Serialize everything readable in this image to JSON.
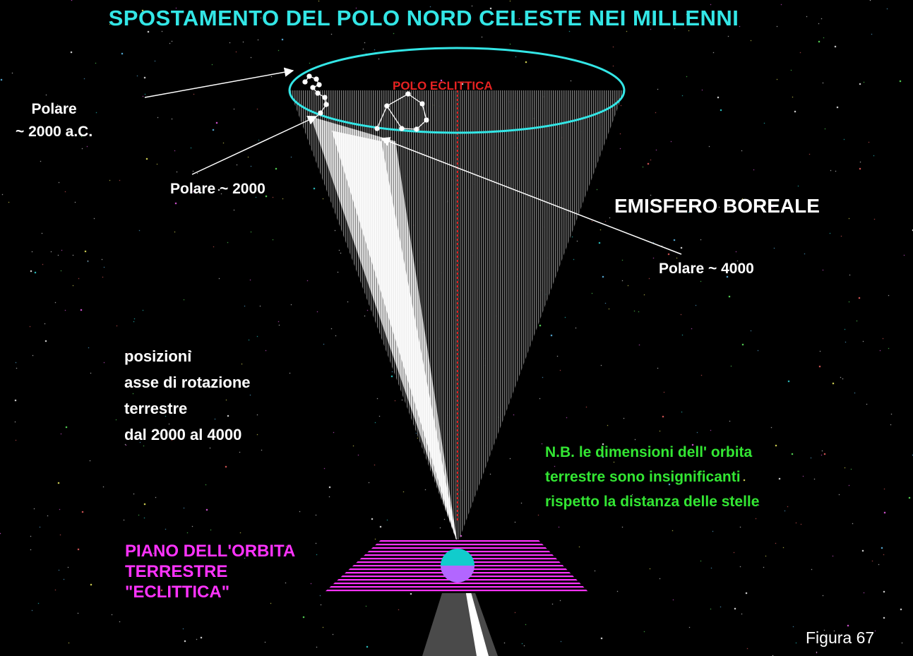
{
  "title": "SPOSTAMENTO DEL POLO NORD CELESTE NEI MILLENNI",
  "labels": {
    "polo_eclittica": "POLO ECLITTICA",
    "polare_bc_line1": "Polare",
    "polare_bc_line2": "~ 2000 a.C.",
    "polare_2000": "Polare ~ 2000",
    "emisfero_boreale": "EMISFERO BOREALE",
    "polare_4000": "Polare ~ 4000",
    "posizioni": [
      "posizioni",
      "asse di rotazione",
      "terrestre",
      "dal 2000 al 4000"
    ],
    "nota": [
      "N.B. le dimensioni dell' orbita",
      "terrestre sono insignificanti",
      "rispetto la distanza delle stelle"
    ],
    "piano": [
      "PIANO DELL'ORBITA",
      "TERRESTRE",
      "\"ECLITTICA\""
    ],
    "figura": "Figura 67"
  },
  "colors": {
    "background": "#000000",
    "title": "#33e6e6",
    "ellipse": "#33e6e6",
    "polo_eclittica": "#e62222",
    "axis": "#e62222",
    "cone": "#4a4a4a",
    "cone_light": "#ffffff",
    "plane": "#ff33ff",
    "earth_top": "#11cccc",
    "earth_bottom": "#b266ff",
    "note": "#33e633",
    "text": "#ffffff"
  },
  "icons": {
    "earth": "earth-globe-icon",
    "constellation": "little-dipper-icon",
    "pointer": "arrow-icon"
  }
}
